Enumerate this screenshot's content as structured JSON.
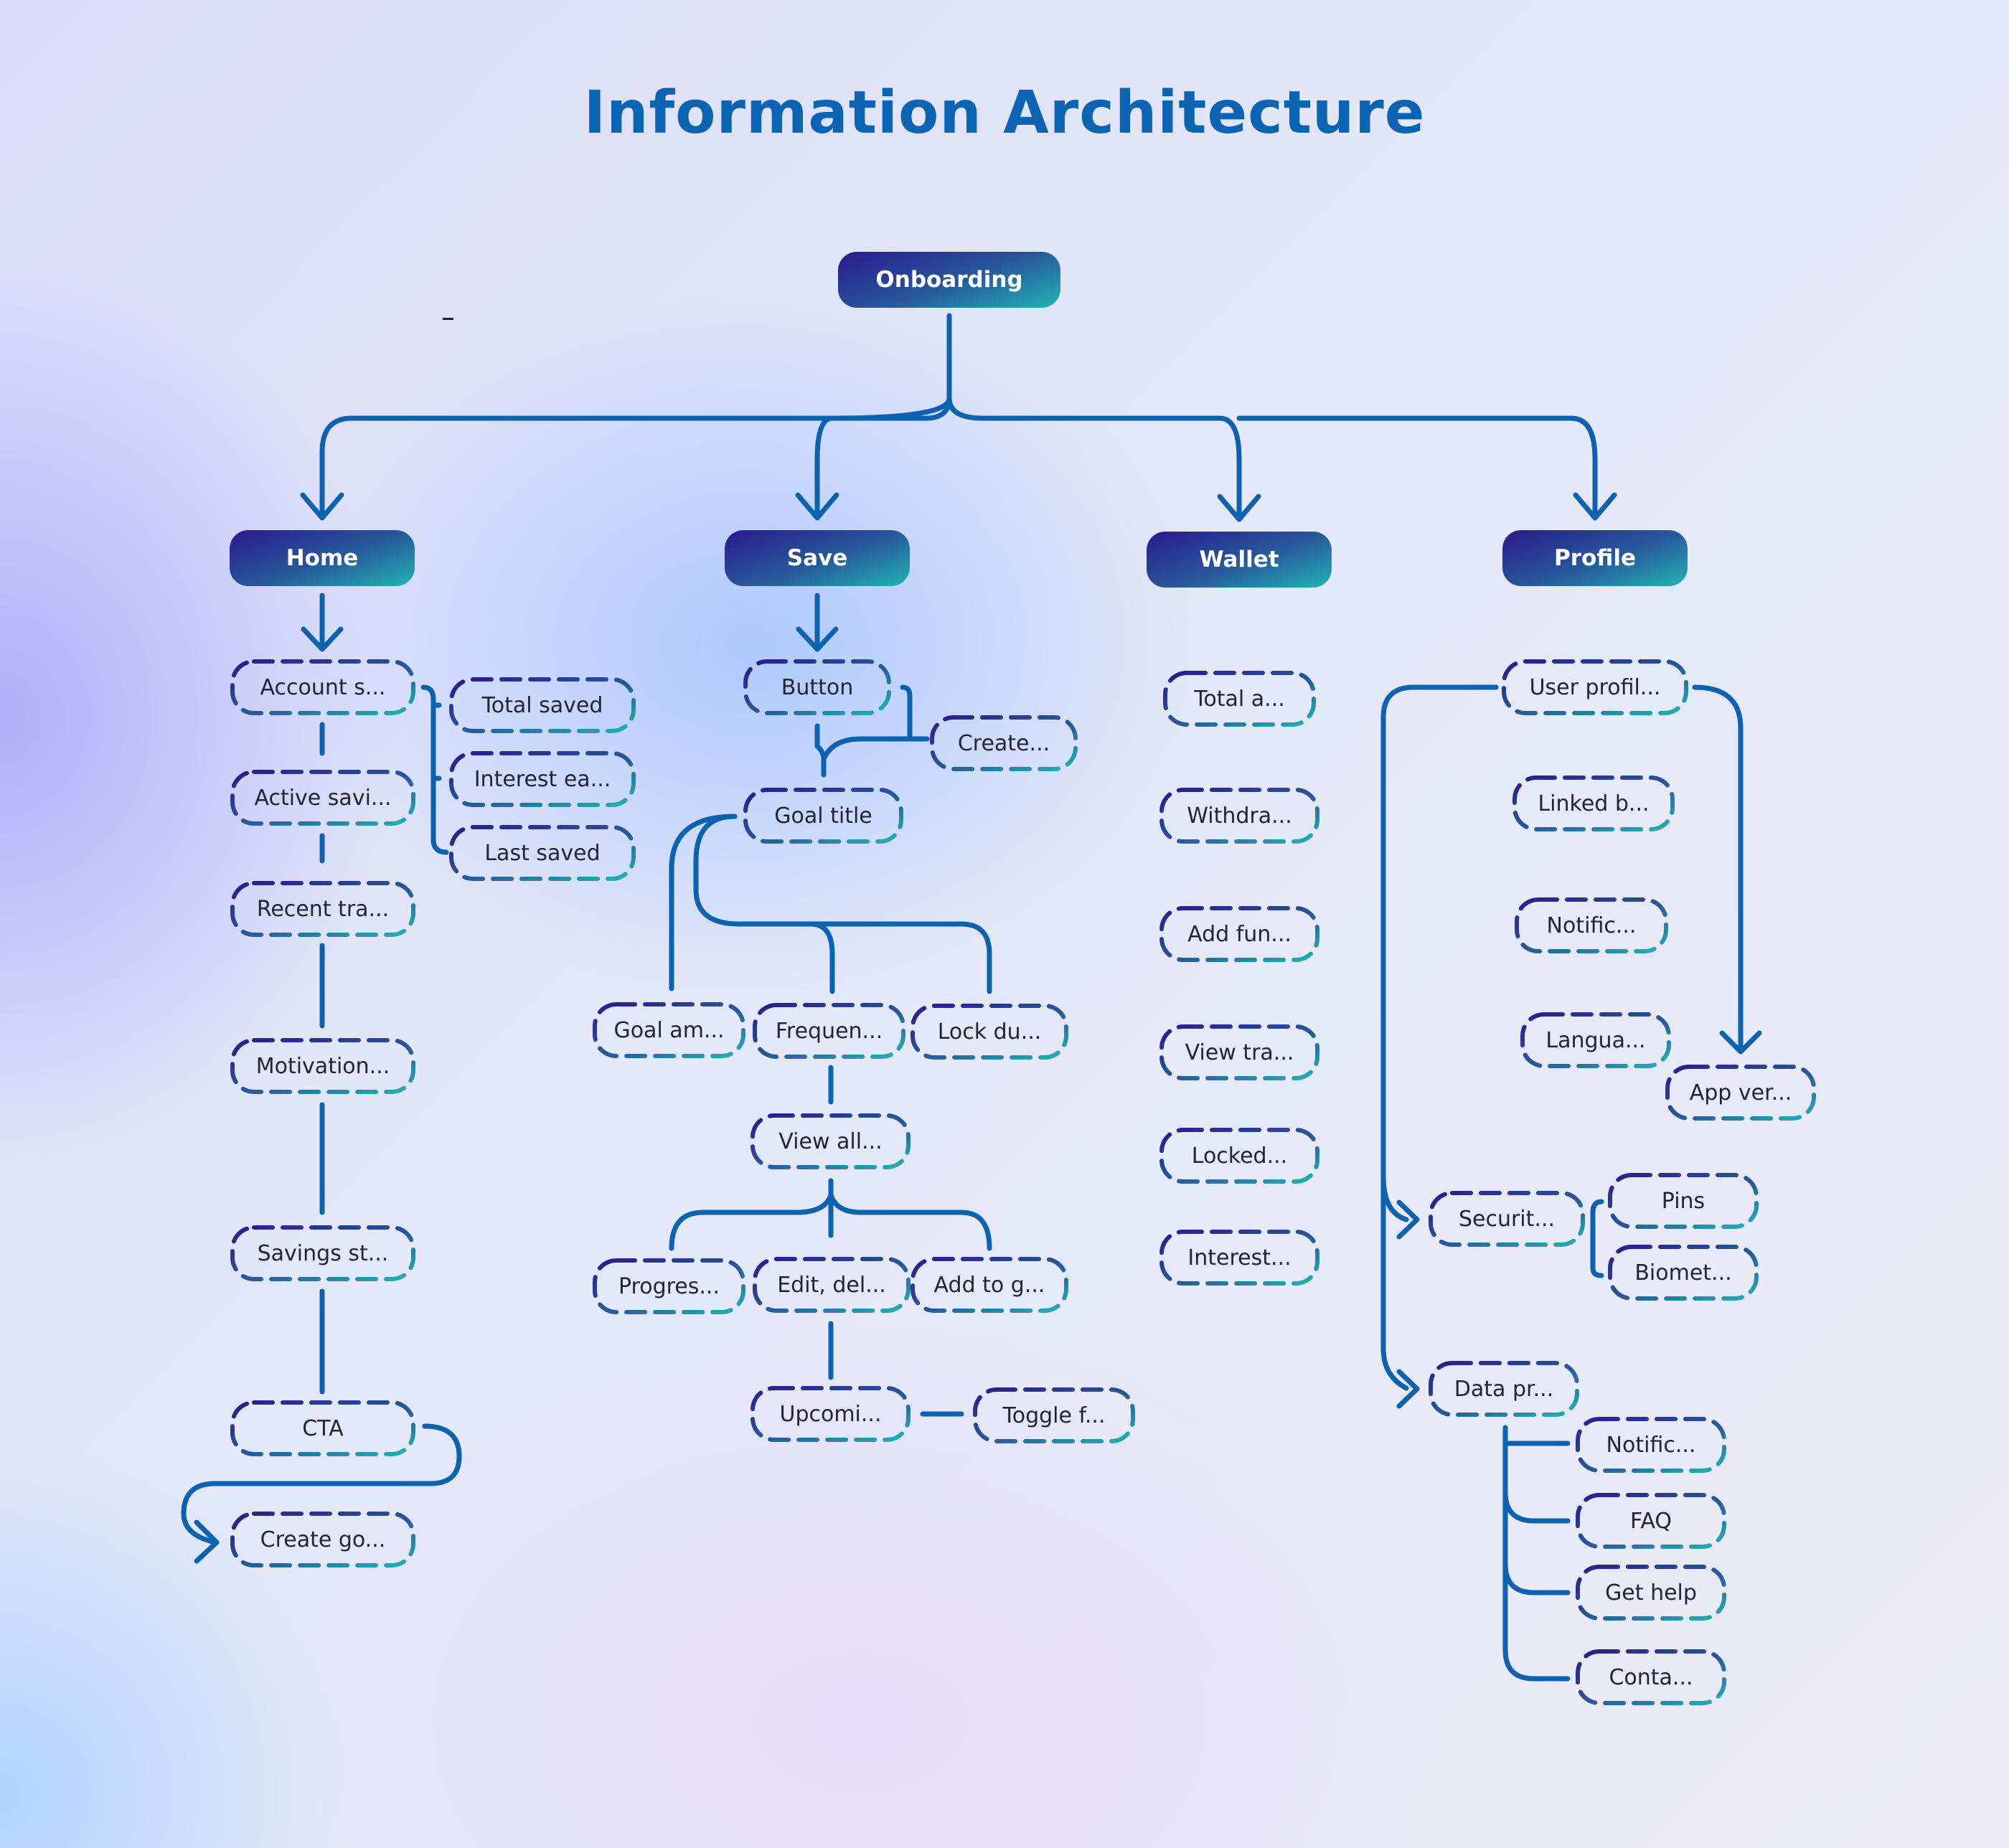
{
  "title": "Information Architecture",
  "colors": {
    "title": "#0b63b4",
    "connector": "#0a62b0",
    "node_gradient_start": "#2a1a8c",
    "node_gradient_mid": "#275a9c",
    "node_gradient_end": "#22b4b4",
    "node_text": "#ffffff",
    "sub_node_text": "#23233a"
  },
  "root": {
    "label": "Onboarding"
  },
  "sections": {
    "home": {
      "label": "Home",
      "items": [
        "Account s...",
        "Active savi...",
        "Recent tra...",
        "Motivation...",
        "Savings st...",
        "CTA",
        "Create go..."
      ],
      "account_children": [
        "Total saved",
        "Interest ea...",
        "Last saved"
      ]
    },
    "save": {
      "label": "Save",
      "button": "Button",
      "create": "Create...",
      "goal_title": "Goal title",
      "goal_children": [
        "Goal am...",
        "Frequen...",
        "Lock du..."
      ],
      "view_all": "View all...",
      "view_children": [
        "Progres...",
        "Edit, del...",
        "Add to g..."
      ],
      "upcoming": "Upcomi...",
      "toggle": "Toggle f..."
    },
    "wallet": {
      "label": "Wallet",
      "items": [
        "Total a...",
        "Withdra...",
        "Add fun...",
        "View tra...",
        "Locked...",
        "Interest..."
      ]
    },
    "profile": {
      "label": "Profile",
      "user_profile": "User profil...",
      "items": [
        "Linked b...",
        "Notific...",
        "Langua..."
      ],
      "app_version": "App ver...",
      "security": "Securit...",
      "security_children": [
        "Pins",
        "Biomet..."
      ],
      "data_privacy": "Data pr...",
      "data_children": [
        "Notific...",
        "FAQ",
        "Get help",
        "Conta..."
      ]
    }
  }
}
